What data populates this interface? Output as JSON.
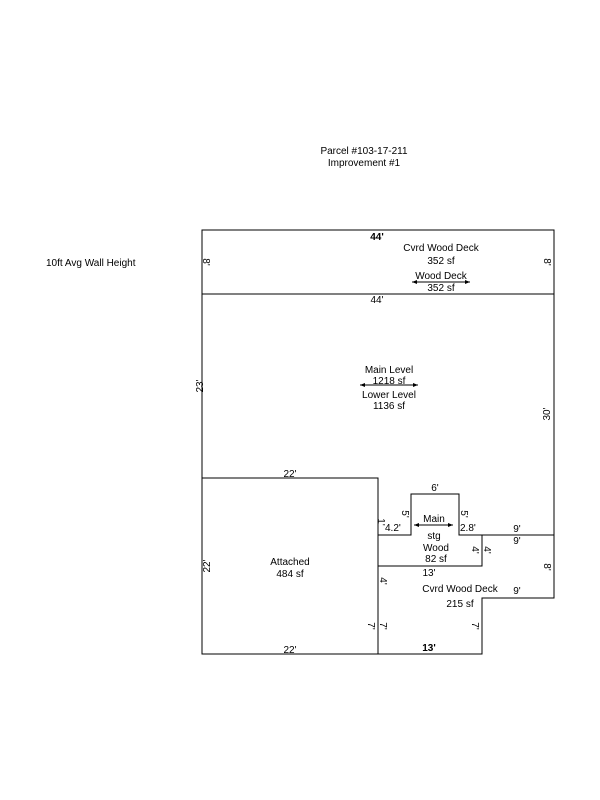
{
  "title": {
    "line1": "Parcel #103-17-211",
    "line2": "Improvement #1"
  },
  "note": "10ft Avg Wall Height",
  "areas": {
    "deck_top": {
      "l1": "Cvrd Wood Deck",
      "l2": "352 sf",
      "l3": "Wood Deck",
      "l4": "352 sf"
    },
    "main": {
      "l1": "Main Level",
      "l2": "1218 sf",
      "l3": "Lower Level",
      "l4": "1136 sf"
    },
    "attached": {
      "l1": "Attached",
      "l2": "484 sf"
    },
    "stg": {
      "l1": "Main",
      "l2": "stg",
      "l3": "Wood",
      "l4": "82 sf"
    },
    "deck_bottom": {
      "l1": "Cvrd Wood Deck",
      "l2": "215 sf"
    }
  },
  "dims": {
    "deck_top_top": "44'",
    "deck_top_bottom": "44'",
    "deck_left": "8'",
    "deck_right": "8'",
    "main_left": "23'",
    "main_right": "30'",
    "att_top": "22'",
    "att_left": "22'",
    "att_bottom": "22'",
    "notch_a": "1'",
    "notch_b": "4.2'",
    "notch_c": "5'",
    "notch_top": "6'",
    "notch_d": "5'",
    "notch_e": "2.8'",
    "step_top": "9'",
    "step_under": "9'",
    "wood_right_a": "4'",
    "wood_right_b": "4'",
    "wood_bottom": "13'",
    "deck_left_a": "4'",
    "deck_step": "9'",
    "deck_left_b": "7'",
    "att_right_b": "7'",
    "deck_inner": "7'",
    "deck_bottom": "13'"
  }
}
